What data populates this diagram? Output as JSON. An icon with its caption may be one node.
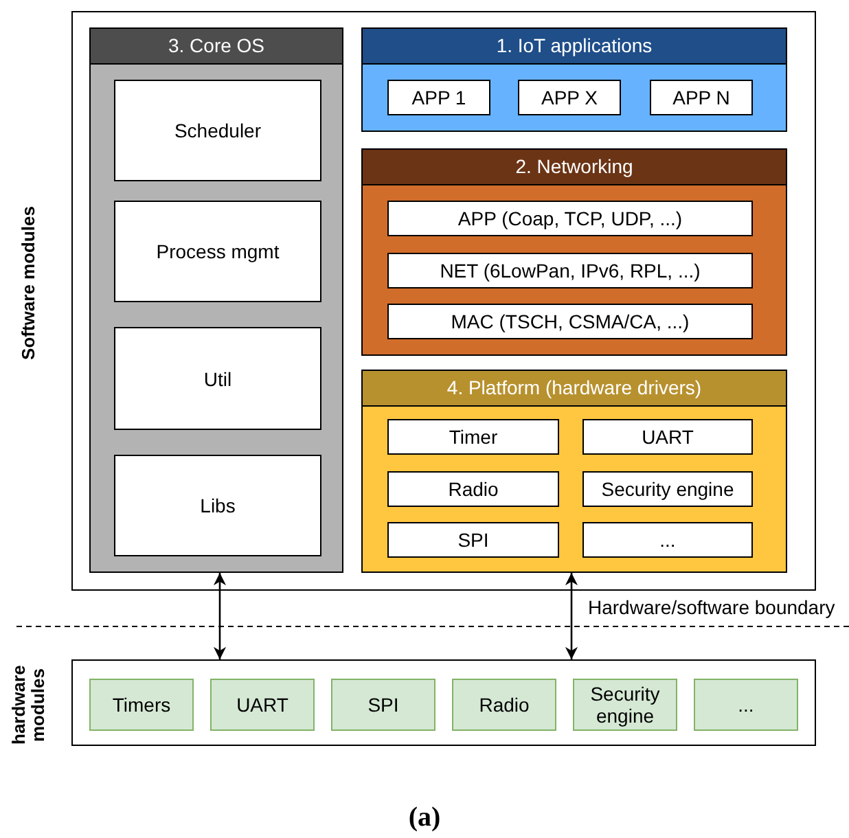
{
  "diagram": {
    "caption": "(a)",
    "nodes": [
      {
        "text": [
          "Software modules"
        ]
      },
      {
        "text": [
          "3. Core OS"
        ],
        "in": 0
      },
      {
        "text": [
          "Scheduler"
        ],
        "in": 1
      },
      {
        "text": [
          "Process mgmt"
        ],
        "in": 1
      },
      {
        "text": [
          "Util"
        ],
        "in": 1
      },
      {
        "text": [
          "Libs"
        ],
        "in": 1
      },
      {
        "text": [
          "1. IoT applications"
        ],
        "in": 0
      },
      {
        "text": [
          "APP 1"
        ],
        "in": 6
      },
      {
        "text": [
          "APP X"
        ],
        "in": 6
      },
      {
        "text": [
          "APP N"
        ],
        "in": 6
      },
      {
        "text": [
          "2. Networking"
        ],
        "in": 0
      },
      {
        "text": [
          "APP (Coap, TCP, UDP, ...)"
        ],
        "in": 10
      },
      {
        "text": [
          "NET (6LowPan, IPv6, RPL, ...)"
        ],
        "in": 10
      },
      {
        "text": [
          "MAC (TSCH, CSMA/CA, ...)"
        ],
        "in": 10
      },
      {
        "text": [
          "4. Platform (hardware drivers)"
        ],
        "in": 0
      },
      {
        "text": [
          "Timer"
        ],
        "in": 14
      },
      {
        "text": [
          "UART"
        ],
        "in": 14
      },
      {
        "text": [
          "Radio"
        ],
        "in": 14
      },
      {
        "text": [
          "Security engine"
        ],
        "in": 14
      },
      {
        "text": [
          "SPI"
        ],
        "in": 14
      },
      {
        "text": [
          "..."
        ],
        "in": 14
      },
      {
        "text": [
          "hardware modules"
        ]
      },
      {
        "text": [
          "Timers"
        ],
        "in": 21
      },
      {
        "text": [
          "UART"
        ],
        "in": 21
      },
      {
        "text": [
          "SPI"
        ],
        "in": 21
      },
      {
        "text": [
          "Radio"
        ],
        "in": 21
      },
      {
        "text": [
          "Security engine"
        ],
        "in": 21
      },
      {
        "text": [
          "..."
        ],
        "in": 21
      }
    ],
    "edges": [
      {
        "from": 1,
        "to": 21,
        "arrow": "both"
      },
      {
        "from": 14,
        "to": 21,
        "arrow": "both"
      }
    ],
    "labels": [
      "Hardware/software boundary"
    ]
  }
}
